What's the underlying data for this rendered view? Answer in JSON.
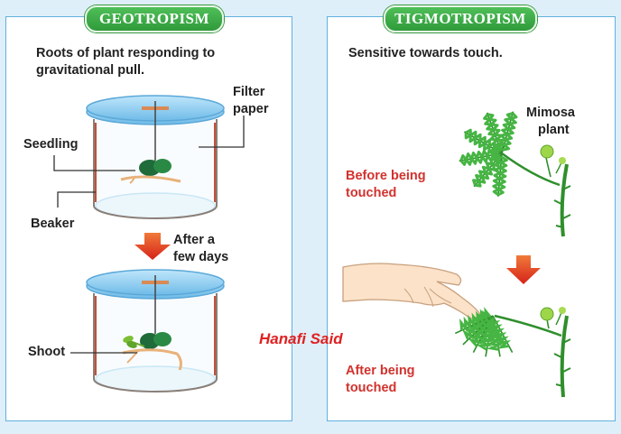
{
  "left": {
    "banner": "GEOTROPISM",
    "caption_line1": "Roots of plant responding to",
    "caption_line2": "gravitational pull.",
    "label_filter_1": "Filter",
    "label_filter_2": "paper",
    "label_seedling": "Seedling",
    "label_beaker": "Beaker",
    "label_after_1": "After a",
    "label_after_2": "few days",
    "label_shoot": "Shoot"
  },
  "right": {
    "banner": "TIGMOTROPISM",
    "caption": "Sensitive towards touch.",
    "label_mimosa_1": "Mimosa",
    "label_mimosa_2": "plant",
    "label_before_1": "Before being",
    "label_before_2": "touched",
    "label_after_1": "After being",
    "label_after_2": "touched"
  },
  "watermark": "Hanafi Said",
  "colors": {
    "panel_border": "#5fb0df",
    "banner_green": "#3aa845",
    "label_red": "#d2322d",
    "lid_blue": "#8fcdf0",
    "leaf_green": "#3fae3c",
    "arrow_red": "#e0301e",
    "root_tan": "#e8b27a"
  },
  "icons": [
    "beaker-icon",
    "seedling-icon",
    "down-arrow-icon",
    "mimosa-plant-icon",
    "hand-icon"
  ]
}
